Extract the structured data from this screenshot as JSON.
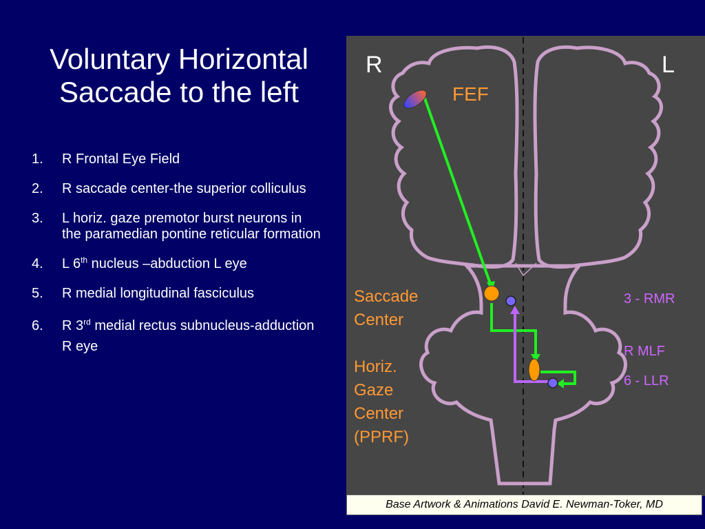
{
  "slide": {
    "title_line1": "Voluntary Horizontal",
    "title_line2": "Saccade to the left",
    "steps": [
      {
        "num": "1.",
        "text": "R Frontal Eye Field"
      },
      {
        "num": "2.",
        "text": "R saccade center-the superior colliculus"
      },
      {
        "num": "3.",
        "text": "L horiz. gaze premotor burst neurons in the paramedian pontine reticular formation"
      },
      {
        "num": "4.",
        "pre": "L 6",
        "sup": "th",
        "post": " nucleus –abduction L eye"
      },
      {
        "num": "5.",
        "text": "R medial longitudinal fasciculus"
      },
      {
        "num": "6.",
        "pre": "R 3",
        "sup": "rd",
        "post": " medial rectus subnucleus-adduction  R eye"
      }
    ]
  },
  "diagram": {
    "side_right": "R",
    "side_left": "L",
    "fef": "FEF",
    "saccade_line1": "Saccade",
    "saccade_line2": "Center",
    "gaze_line1": "Horiz.",
    "gaze_line2": "Gaze",
    "gaze_line3": "Center",
    "gaze_line4": "(PPRF)",
    "rmr": "3 - RMR",
    "rmlf": "R MLF",
    "llr": "6 - LLR",
    "colors": {
      "background": "#464646",
      "outline": "#c9a0c9",
      "pathway_green": "#22ee22",
      "pathway_purple": "#bb66ff",
      "nucleus_orange": "#ff9900",
      "label_orange": "#ff9933",
      "label_violet": "#cc66ff"
    }
  },
  "credit": "Base Artwork & Animations David E. Newman-Toker, MD"
}
